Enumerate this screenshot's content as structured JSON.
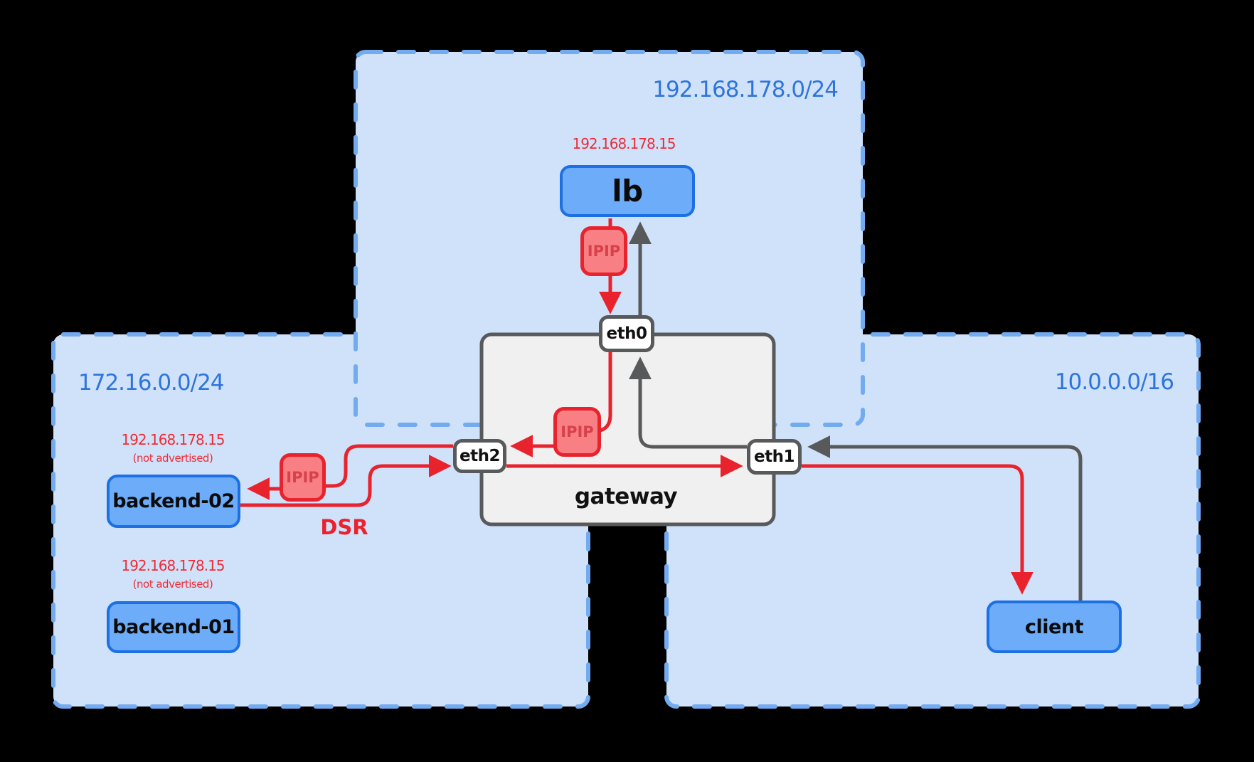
{
  "diagram": {
    "background_color": "#000000",
    "subnets": [
      {
        "label": "192.168.178.0/24"
      },
      {
        "label": "172.16.0.0/24"
      },
      {
        "label": "10.0.0.0/16"
      }
    ],
    "subnet_style": {
      "fill": "#d0e2fa",
      "border": "#73abf0",
      "label_color": "#2d75dc"
    },
    "router": {
      "label": "gateway",
      "fill": "#f0f0f0",
      "border": "#58595b"
    },
    "ports": [
      {
        "label": "eth0"
      },
      {
        "label": "eth2"
      },
      {
        "label": "eth1"
      }
    ],
    "nodes": [
      {
        "label": "lb",
        "vip": "192.168.178.15"
      },
      {
        "label": "backend-02",
        "vip": "192.168.178.15",
        "vip_note": "(not advertised)"
      },
      {
        "label": "backend-01",
        "vip": "192.168.178.15",
        "vip_note": "(not advertised)"
      },
      {
        "label": "client"
      }
    ],
    "node_style": {
      "fill": "#6cacf8",
      "border": "#1c70e4"
    },
    "tunnels": [
      {
        "label": "IPIP"
      },
      {
        "label": "IPIP"
      },
      {
        "label": "IPIP"
      }
    ],
    "tunnel_style": {
      "fill": "#f88084",
      "border": "#e8232e",
      "label_color": "#d8404a"
    },
    "flows": {
      "dsr_label": "DSR",
      "tunneled_color": "#e8232e",
      "plain_color": "#58595b"
    },
    "vip_color": "#ee2b35"
  }
}
